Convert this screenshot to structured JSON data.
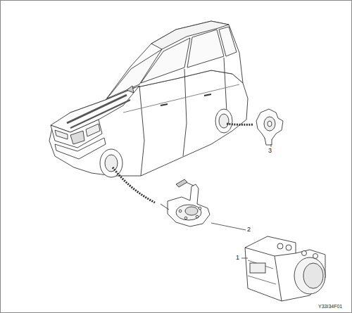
{
  "diagram": {
    "labels": [
      "3",
      "2",
      "1",
      "Y33I34F01"
    ]
  }
}
